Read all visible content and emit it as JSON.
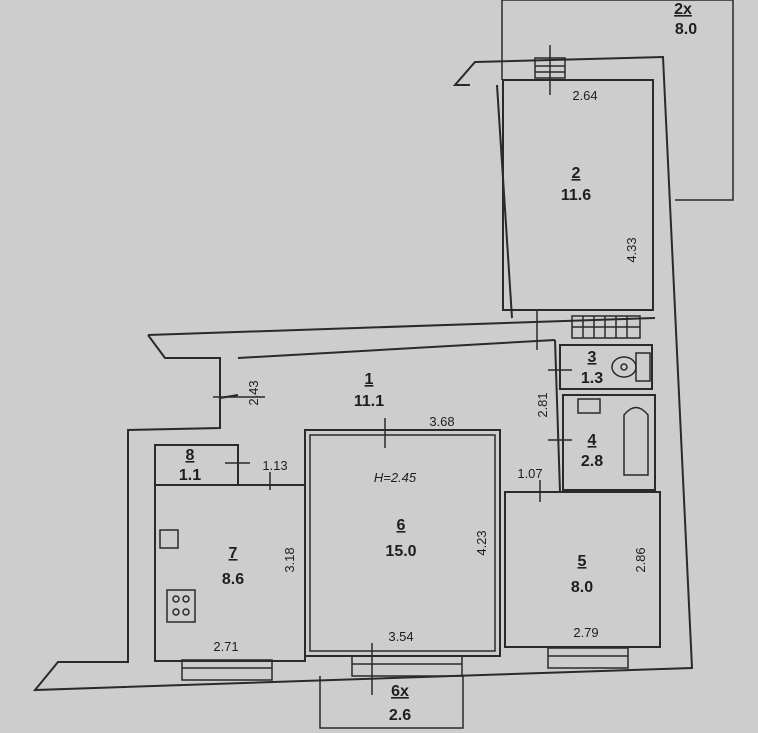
{
  "plan": {
    "ceiling_height": "H=2.45",
    "rooms": [
      {
        "number": "1",
        "area": "11.1"
      },
      {
        "number": "2",
        "area": "11.6"
      },
      {
        "number": "3",
        "area": "1.3"
      },
      {
        "number": "4",
        "area": "2.8"
      },
      {
        "number": "5",
        "area": "8.0"
      },
      {
        "number": "6",
        "area": "15.0"
      },
      {
        "number": "7",
        "area": "8.6"
      },
      {
        "number": "8",
        "area": "1.1"
      }
    ],
    "balconies": [
      {
        "number": "2x",
        "area": "8.0"
      },
      {
        "number": "6x",
        "area": "2.6"
      }
    ],
    "dimensions": {
      "room2_width": "2.64",
      "room2_length": "4.33",
      "hall_upper": "2.43",
      "hall_width": "3.68",
      "hall_right": "2.81",
      "corridor_left": "1.13",
      "corridor_right": "1.07",
      "room7_length": "3.18",
      "room7_width": "2.71",
      "room6_length": "4.23",
      "room6_width": "3.54",
      "room5_width": "2.79",
      "room5_length": "2.86"
    }
  }
}
